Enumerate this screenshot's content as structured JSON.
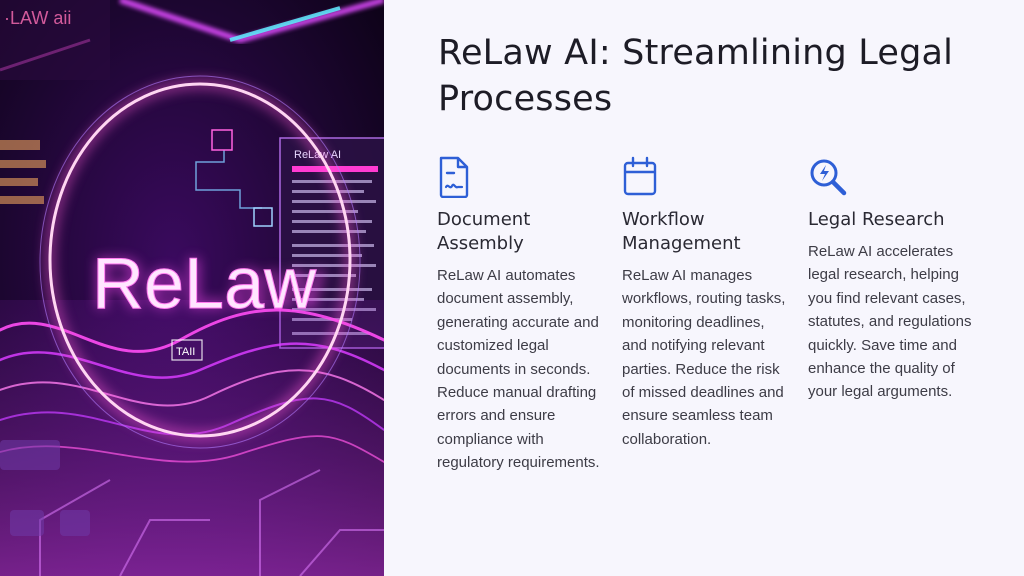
{
  "hero": {
    "logo_text": "ReLaw",
    "panel_title": "ReLaw AI",
    "badge_text": "TAII"
  },
  "slide": {
    "title": "ReLaw AI: Streamlining Legal Processes"
  },
  "colors": {
    "accent": "#2e5fd6",
    "title": "#1d1c26",
    "body": "#3d3c46",
    "background": "#f7f6fd",
    "neon": "#d63cff"
  },
  "features": [
    {
      "icon": "document-icon",
      "title": "Document Assembly",
      "body": "ReLaw AI automates document assembly, generating accurate and customized legal documents in seconds. Reduce manual drafting errors and ensure compliance with regulatory requirements."
    },
    {
      "icon": "calendar-icon",
      "title": "Workflow Management",
      "body": "ReLaw AI manages workflows, routing tasks, monitoring deadlines, and notifying relevant parties. Reduce the risk of missed deadlines and ensure seamless team collaboration."
    },
    {
      "icon": "search-icon",
      "title": "Legal Research",
      "body": "ReLaw AI accelerates legal research, helping you find relevant cases, statutes, and regulations quickly. Save time and enhance the quality of your legal arguments."
    }
  ]
}
